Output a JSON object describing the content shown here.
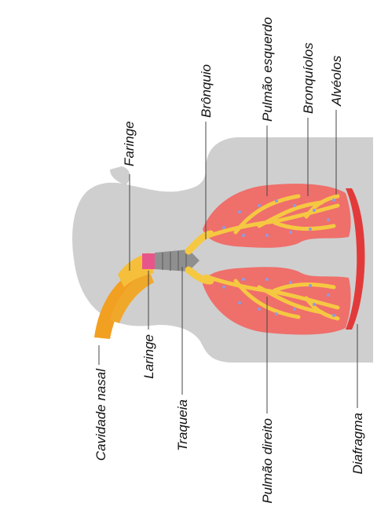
{
  "diagram": {
    "labels": {
      "cavidade_nasal": "Cavidade nasal",
      "faringe": "Faringe",
      "laringe": "Laringe",
      "traqueia": "Traqueia",
      "bronquio": "Brônquio",
      "pulmao_esquerdo": "Pulmão esquerdo",
      "pulmao_direito": "Pulmão direito",
      "bronquiolos": "Bronquíolos",
      "alveolos": "Alvéolos",
      "diafragma": "Diafragma"
    },
    "colors": {
      "body_silhouette": "#cfcfcf",
      "nasal_cavity": "#f2a021",
      "pharynx": "#f5bf3c",
      "larynx": "#e8558a",
      "trachea": "#8f8f8f",
      "lung": "#ef6f6b",
      "airway": "#f5c842",
      "alveoli_dots": "#8f9be0",
      "diaphragm": "#e23a3a"
    }
  }
}
